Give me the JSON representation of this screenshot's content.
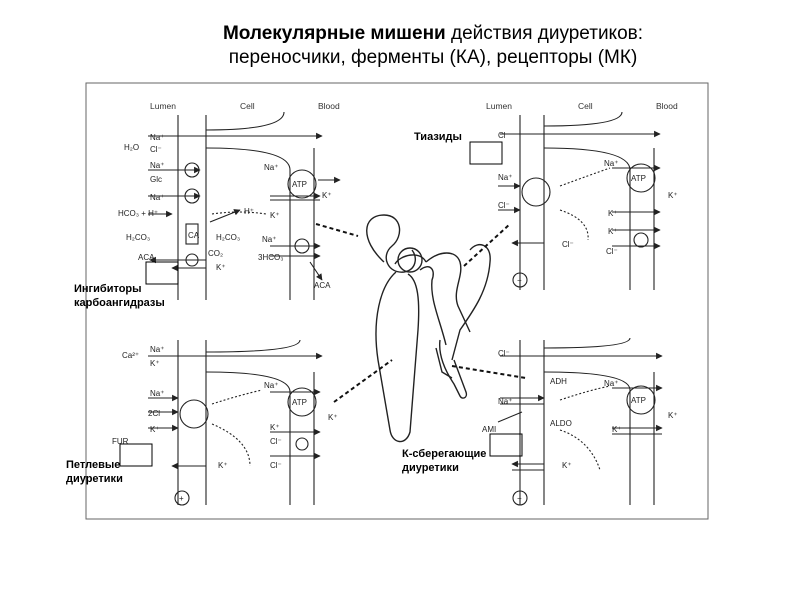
{
  "title": {
    "bold": "Молекулярные  мишени",
    "rest": " действия диуретиков:",
    "line2": "переносчики, ферменты (КА), рецепторы (МК)"
  },
  "headers": {
    "lumen": "Lumen",
    "cell": "Cell",
    "blood": "Blood"
  },
  "annotations": {
    "ca_inhibitors": "Ингибиторы\nкарбоангидразы",
    "thiazides": "Тиазиды",
    "loop": "Петлевые\nдиуретики",
    "ksparing": "К-сберегающие\nдиуретики"
  },
  "panel_tl": {
    "na1": "Na⁺",
    "cl1": "Cl⁻",
    "h2o": "H₂O",
    "na2": "Na⁺",
    "glc": "Glc",
    "na3": "Na⁺",
    "hco3": "HCO₃ + H⁺",
    "h2co3_l": "H₂CO₃",
    "ca": "CA",
    "h2co3_r": "H₂CO₃",
    "co2": "CO₂",
    "aca": "ACA",
    "k_l": "K⁺",
    "na_b": "Na⁺",
    "atp": "ATP",
    "k_b": "K⁺",
    "hplus": "H⁺",
    "k_b2": "K⁺",
    "na_b2": "Na⁺",
    "hco3_3": "3HCO₃",
    "aca_b": "ACA"
  },
  "panel_tr": {
    "cl": "Cl⁻",
    "na_l": "Na⁺",
    "cl_l": "Cl⁻",
    "na_b": "Na⁺",
    "atp": "ATP",
    "k1": "K⁺",
    "k2": "K⁺",
    "k3": "K⁺",
    "cl_b": "Cl⁻",
    "cl_m": "Cl⁻",
    "sign": "−"
  },
  "panel_bl": {
    "ca": "Ca²⁺",
    "na1": "Na⁺",
    "k1": "K⁺",
    "na2": "Na⁺",
    "cl2": "2Cl⁻",
    "k2": "K⁺",
    "na_b": "Na⁺",
    "atp": "ATP",
    "k_b": "K⁺",
    "k_b2": "K⁺",
    "cl_b": "Cl⁻",
    "cl_b2": "Cl⁻",
    "fur": "FUR",
    "k_m": "K⁺",
    "sign": "+"
  },
  "panel_br": {
    "cl": "Cl⁻",
    "adh": "ADH",
    "na_l": "Na⁺",
    "aldo": "ALDO",
    "ami": "AMI",
    "na_b": "Na⁺",
    "atp": "ATP",
    "k1": "K⁺",
    "k2": "K⁺",
    "k_m": "K⁺",
    "sign": "−"
  }
}
